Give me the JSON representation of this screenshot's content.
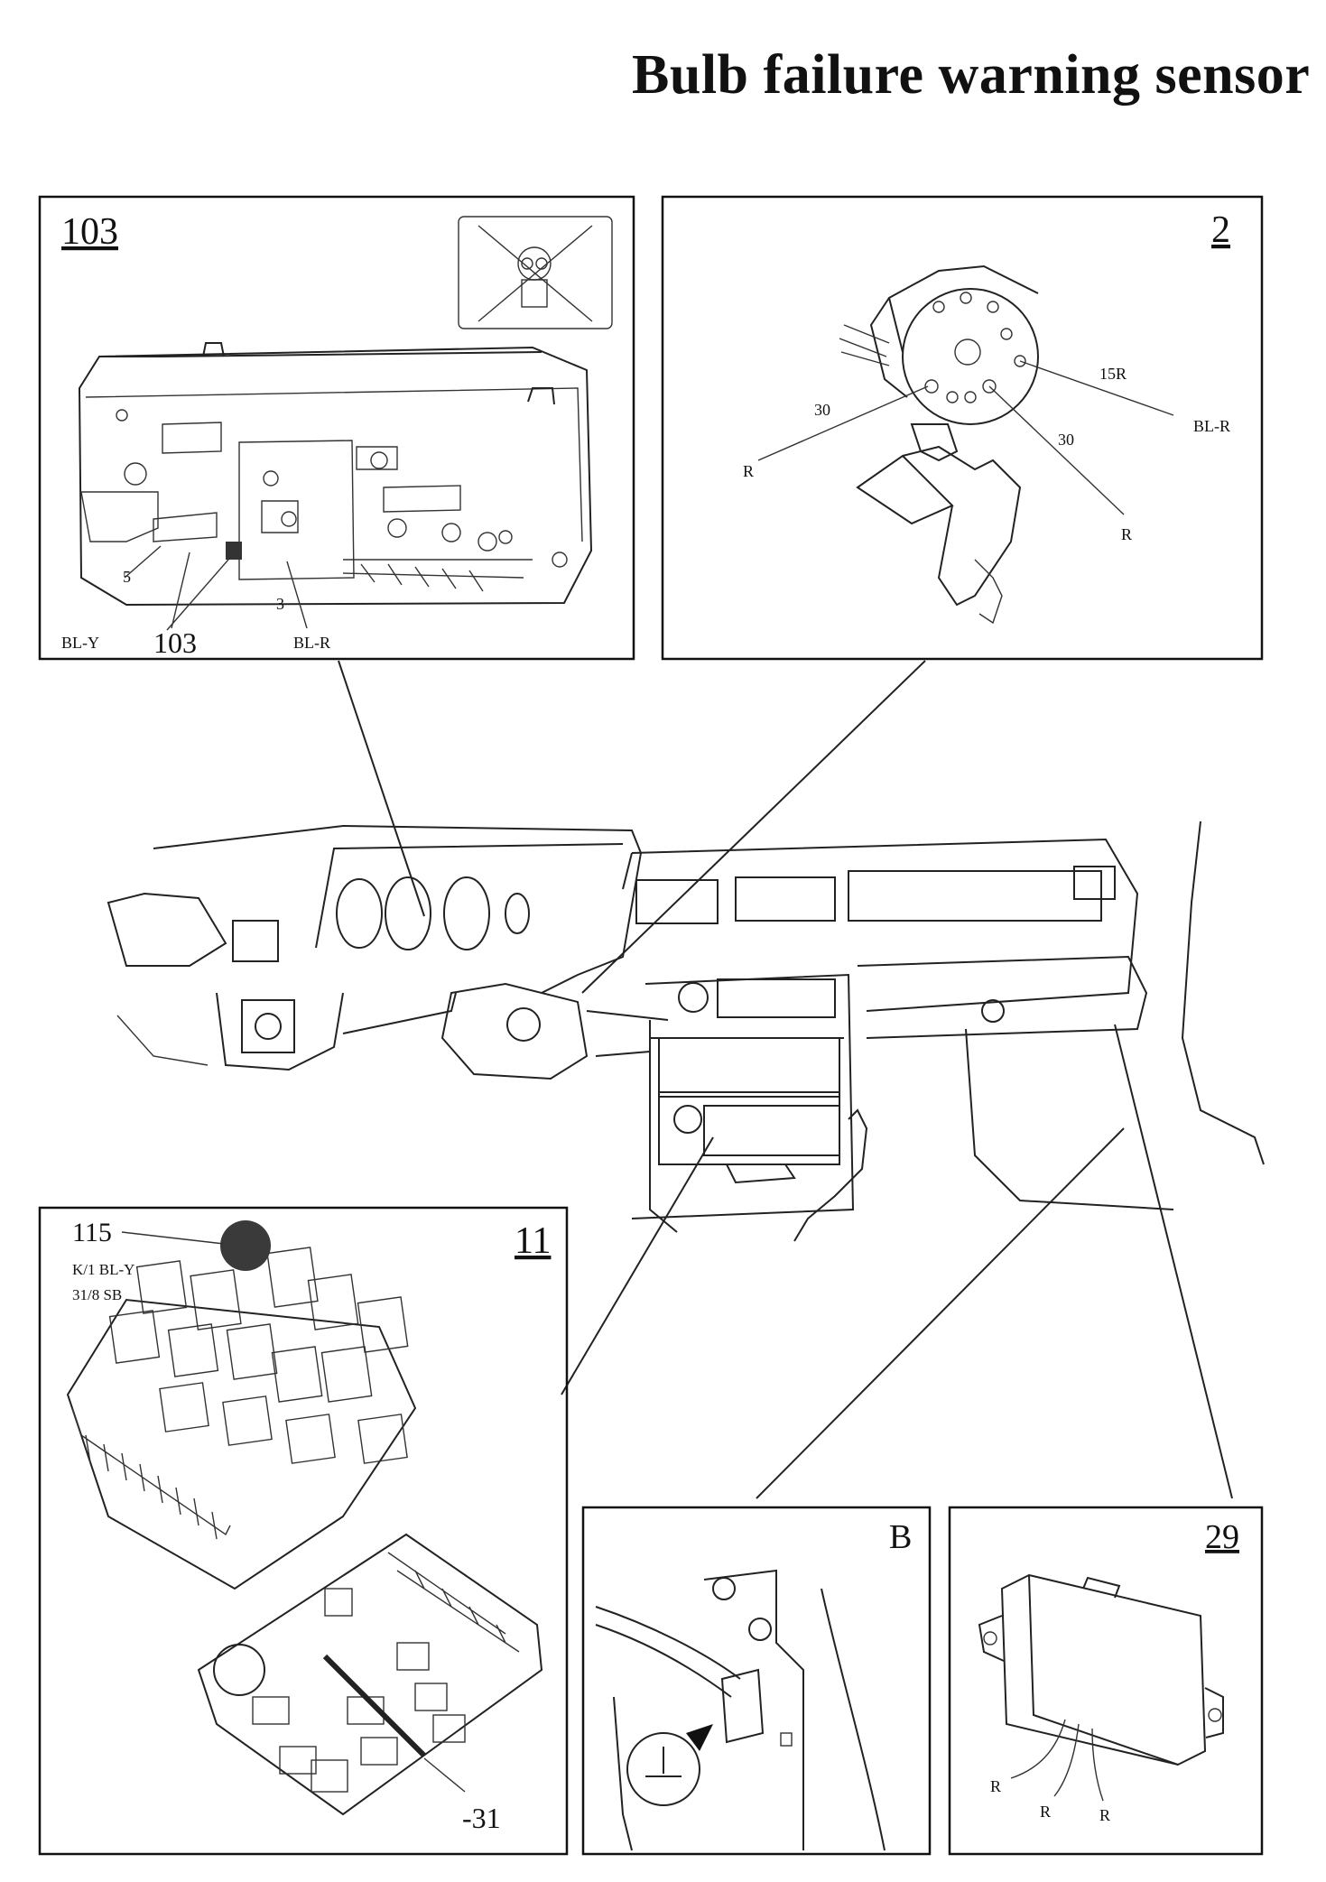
{
  "title": "Bulb failure warning sensor",
  "panels": {
    "instrument": {
      "number": "103",
      "labels": {
        "pin5": "5",
        "wire_bly": "BL-Y",
        "connector": "103",
        "pin3": "3",
        "wire_blr": "BL-R"
      },
      "warning_symbol": "bulb-crossed-icon"
    },
    "switch": {
      "number": "2",
      "labels": {
        "pin30_left": "30",
        "wire_r_left": "R",
        "pin15r": "15R",
        "wire_blr": "BL-R",
        "pin30_right": "30",
        "wire_r_right": "R"
      }
    },
    "relay": {
      "number": "11",
      "labels": {
        "item115": "115",
        "k1": "K/1 BL-Y",
        "k2": "31/8 SB",
        "ground": "-31"
      }
    },
    "ground_point": {
      "number": "B"
    },
    "sensor": {
      "number": "29",
      "labels": {
        "r1": "R",
        "r2": "R",
        "r3": "R"
      }
    }
  }
}
